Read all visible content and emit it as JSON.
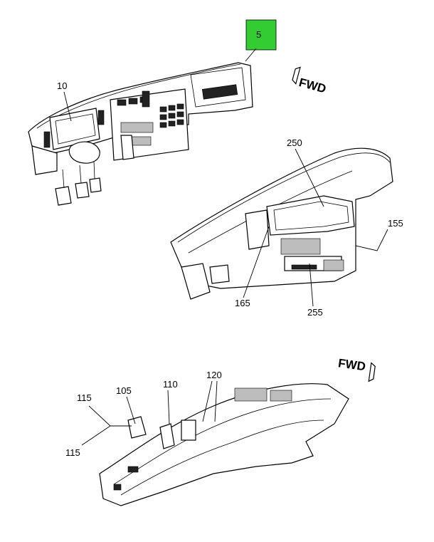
{
  "callouts": {
    "c5": "5",
    "c10": "10",
    "c250": "250",
    "c155": "155",
    "c165": "165",
    "c255": "255",
    "c115a": "115",
    "c115b": "115",
    "c105": "105",
    "c110": "110",
    "c120": "120"
  },
  "fwd": {
    "top": "FWD",
    "bottom": "FWD"
  },
  "colors": {
    "highlight": "#33cc33"
  }
}
